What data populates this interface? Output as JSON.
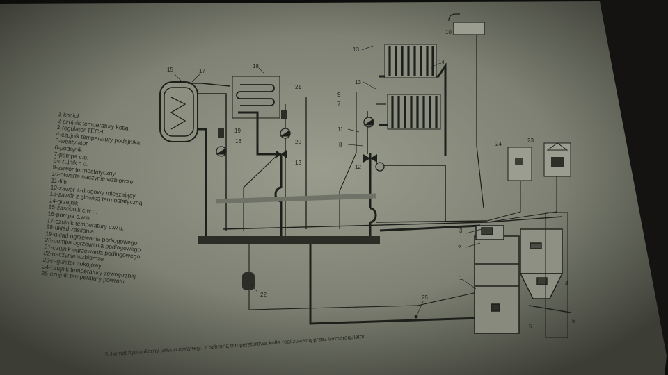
{
  "diagram": {
    "legend_items": [
      "1-kocioł",
      "2-czujnik temperatury kotła",
      "3-regulator TECH",
      "4-czujnik temperatury podajnika",
      "5-wentylator",
      "6-podajnik",
      "7-pompa c.o.",
      "8-czujnik c.o.",
      "9-zawór termostatyczny",
      "10-otwarte naczynie wzbiorcze",
      "11-filtr",
      "12-zawór 4-drogowy mieszający",
      "13-zawór z głowicą termostatyczną",
      "14-grzejnik",
      "15-zasobnik c.w.u.",
      "16-pompa c.w.u.",
      "17-czujnik temperatury c.w.u.",
      "18-układ zasilania",
      "19-układ ogrzewania podłogowego",
      "20-pompa ogrzewania podłogowego",
      "21-czujnik ogrzewania podłogowego",
      "22-naczynie wzbiorcze",
      "23-regulator pokojowy",
      "24-czujnik temperatury zewnętrznej",
      "25-czujnik temperatury powrotu"
    ],
    "callouts": {
      "c15": "15",
      "c17": "17",
      "c16": "16",
      "c19": "19",
      "c18": "18",
      "c21": "21",
      "c20": "20",
      "c12a": "12",
      "c13a": "13",
      "c13b": "13",
      "c14": "14",
      "c9": "9",
      "c7": "7",
      "c11": "11",
      "c8": "8",
      "c12b": "12",
      "c10": "10",
      "c24": "24",
      "c23": "23",
      "c3": "3",
      "c2": "2",
      "c1": "1",
      "c4": "4",
      "c5": "5",
      "c6": "6",
      "c22": "22",
      "c25": "25"
    },
    "footer_note": "Schemat hydrauliczny układu otwartego z ochroną temperaturową kotła realizowaną przez termoregulator"
  }
}
